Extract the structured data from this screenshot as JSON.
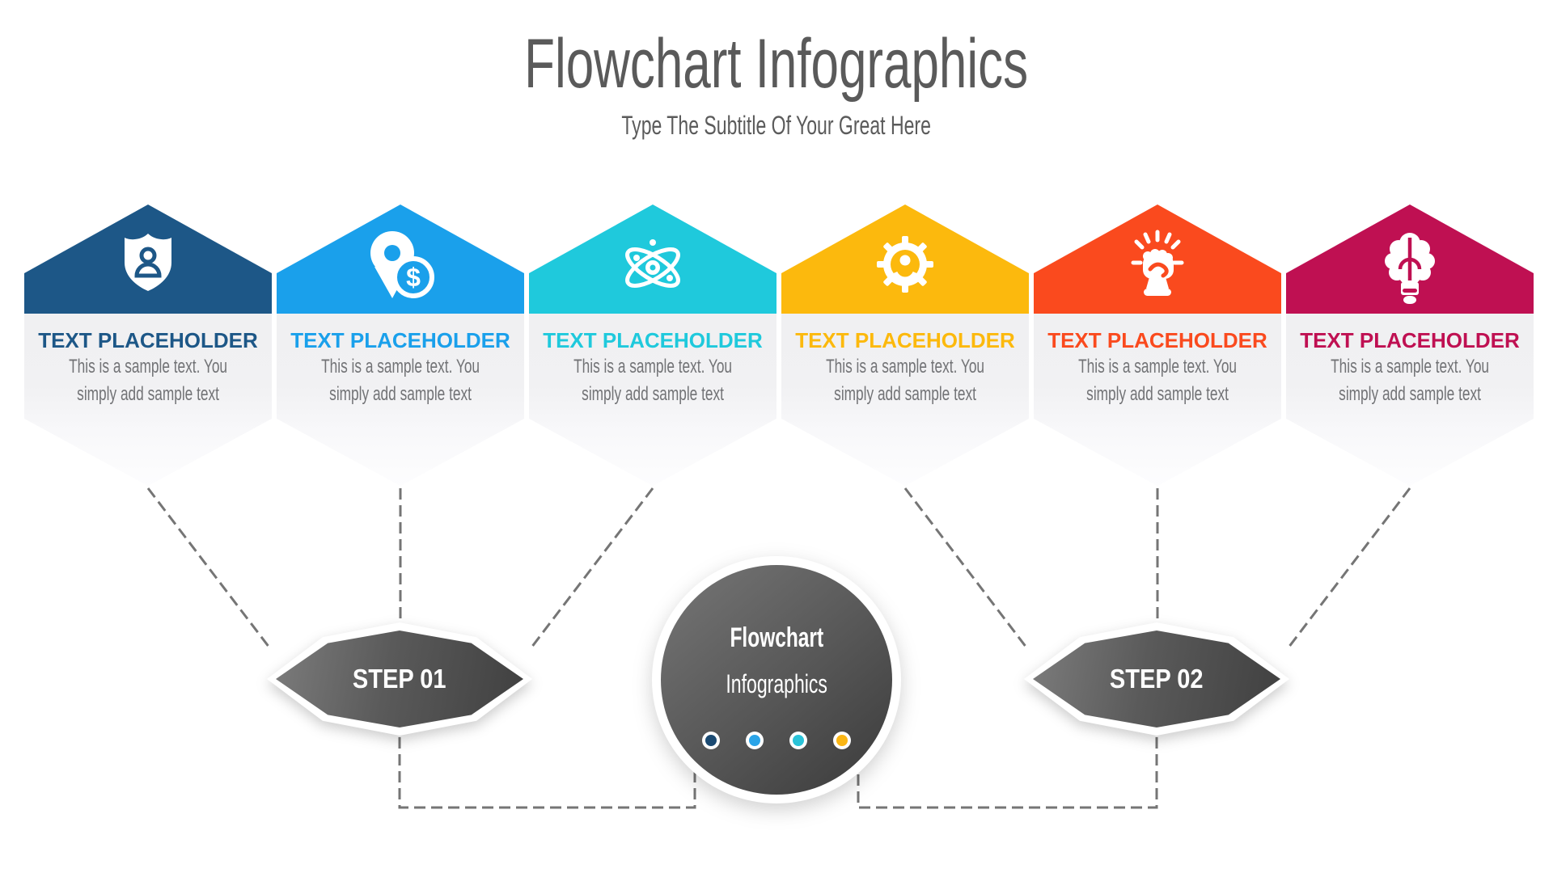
{
  "header": {
    "title": "Flowchart Infographics",
    "subtitle": "Type The Subtitle Of Your Great Here"
  },
  "cards": [
    {
      "heading": "TEXT PLACEHOLDER",
      "line1": "This is a sample text. You",
      "line2": "simply add sample text",
      "color": "#1D5787",
      "icon": "shield-user-icon"
    },
    {
      "heading": "TEXT PLACEHOLDER",
      "line1": "This is a sample text. You",
      "line2": "simply add sample text",
      "color": "#1AA0EB",
      "icon": "map-pin-dollar-icon"
    },
    {
      "heading": "TEXT PLACEHOLDER",
      "line1": "This is a sample text. You",
      "line2": "simply add sample text",
      "color": "#1FC9DC",
      "icon": "atom-icon"
    },
    {
      "heading": "TEXT PLACEHOLDER",
      "line1": "This is a sample text. You",
      "line2": "simply add sample text",
      "color": "#FCB90D",
      "icon": "gear-user-icon"
    },
    {
      "heading": "TEXT PLACEHOLDER",
      "line1": "This is a sample text. You",
      "line2": "simply add sample text",
      "color": "#FA4A1E",
      "icon": "fist-rays-icon"
    },
    {
      "heading": "TEXT PLACEHOLDER",
      "line1": "This is a sample text. You",
      "line2": "simply add sample text",
      "color": "#BF1052",
      "icon": "brain-bulb-icon"
    }
  ],
  "steps": [
    {
      "label": "STEP 01"
    },
    {
      "label": "STEP 02"
    }
  ],
  "center": {
    "title": "Flowchart",
    "subtitle": "Infographics",
    "dots": [
      "#1B4A72",
      "#2AA4E8",
      "#2AC3D8",
      "#FBB614"
    ]
  },
  "connector_color": "#757575"
}
